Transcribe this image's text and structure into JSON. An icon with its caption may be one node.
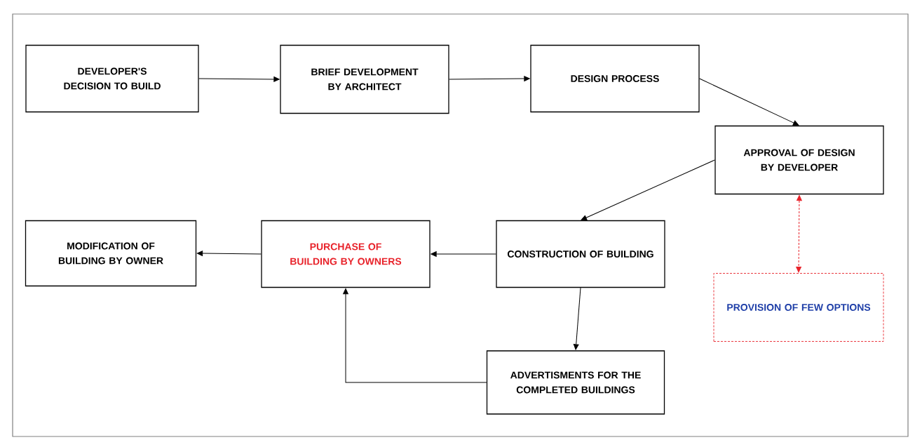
{
  "diagram": {
    "nodes": [
      {
        "text": [
          "DEVELOPER'S DECISION TO BUILD"
        ]
      },
      {
        "text": [
          "BRIEF DEVELOPMENT BY ARCHITECT"
        ]
      },
      {
        "text": [
          "DESIGN PROCESS"
        ]
      },
      {
        "text": [
          "APPROVAL OF DESIGN BY DEVELOPER"
        ]
      },
      {
        "text": [
          "MODIFICATION OF BUILDING BY OWNER"
        ]
      },
      {
        "text": [
          "PURCHASE OF BUILDING BY OWNERS"
        ]
      },
      {
        "text": [
          "CONSTRUCTION OF BUILDING"
        ]
      },
      {
        "text": [
          "PROVISION OF FEW OPTIONS"
        ]
      },
      {
        "text": [
          "ADVERTISMENTS FOR THE COMPLETED BUILDINGS"
        ]
      }
    ],
    "edges": [
      {
        "from": 0,
        "to": 1,
        "arrow": "to"
      },
      {
        "from": 1,
        "to": 2,
        "arrow": "to"
      },
      {
        "from": 2,
        "to": 3,
        "arrow": "to"
      },
      {
        "from": 3,
        "to": 6,
        "arrow": "to"
      },
      {
        "from": 6,
        "to": 5,
        "arrow": "to"
      },
      {
        "from": 5,
        "to": 4,
        "arrow": "to"
      },
      {
        "from": 6,
        "to": 8,
        "arrow": "to"
      },
      {
        "from": 8,
        "to": 5,
        "arrow": "to"
      },
      {
        "from": 3,
        "to": 7,
        "arrow": "both",
        "style": "dashed",
        "color": "#e8222a"
      }
    ]
  }
}
